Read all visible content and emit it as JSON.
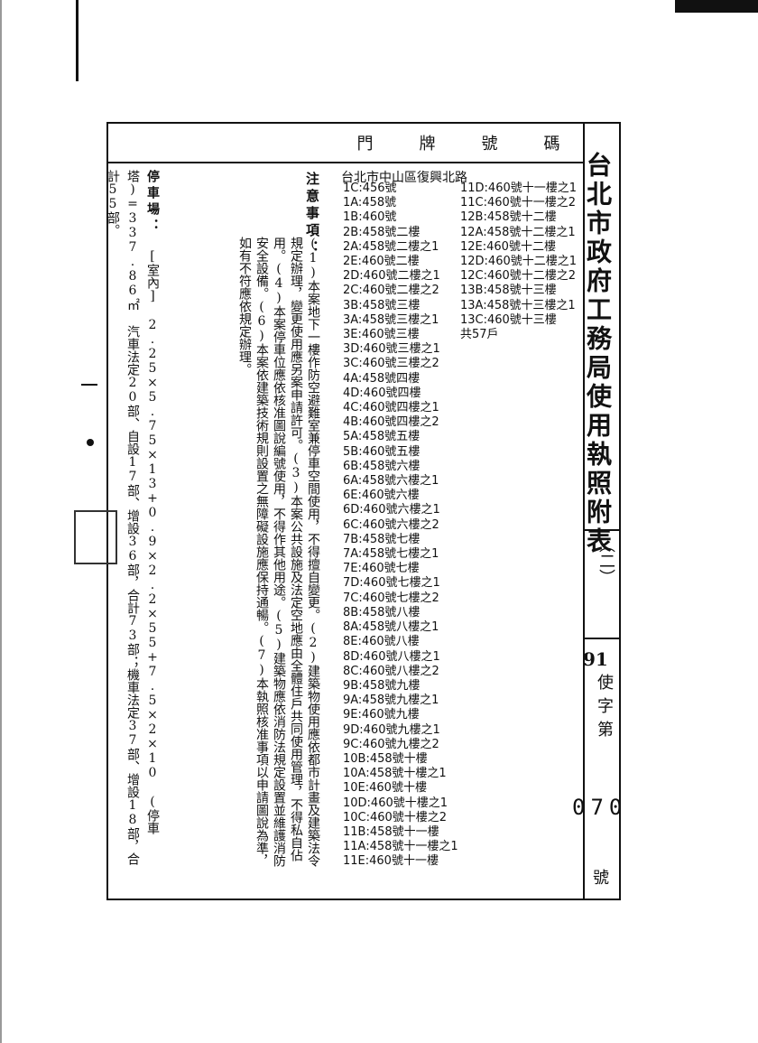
{
  "document": {
    "title": "台北市政府工務局使用執照附表",
    "title_suffix": "（二）",
    "license_number": "91",
    "license_suffix": "使字第",
    "stamp_number": "070",
    "license_unit": "號",
    "header_label": "門 牌 號 碼",
    "header_chars": [
      "門",
      "牌",
      "號",
      "碼"
    ],
    "address_header": "台北市中山區復興北路",
    "addresses_col1": [
      "1C:456號",
      "1A:458號",
      "1B:460號",
      "2B:458號二樓",
      "2A:458號二樓之1",
      "2E:460號二樓",
      "2D:460號二樓之1",
      "2C:460號二樓之2",
      "3B:458號三樓",
      "3A:458號三樓之1",
      "3E:460號三樓",
      "3D:460號三樓之1",
      "3C:460號三樓之2",
      "4A:458號四樓",
      "4D:460號四樓",
      "4C:460號四樓之1",
      "4B:460號四樓之2",
      "5A:458號五樓",
      "5B:460號五樓",
      "6B:458號六樓",
      "6A:458號六樓之1",
      "6E:460號六樓",
      "6D:460號六樓之1",
      "6C:460號六樓之2",
      "7B:458號七樓",
      "7A:458號七樓之1",
      "7E:460號七樓",
      "7D:460號七樓之1",
      "7C:460號七樓之2",
      "8B:458號八樓",
      "8A:458號八樓之1",
      "8E:460號八樓",
      "8D:460號八樓之1",
      "8C:460號八樓之2",
      "9B:458號九樓",
      "9A:458號九樓之1",
      "9E:460號九樓",
      "9D:460號九樓之1",
      "9C:460號九樓之2",
      "10B:458號十樓",
      "10A:458號十樓之1",
      "10E:460號十樓",
      "10D:460號十樓之1",
      "10C:460號十樓之2",
      "11B:458號十一樓",
      "11A:458號十一樓之1",
      "11E:460號十一樓"
    ],
    "addresses_col2": [
      "11D:460號十一樓之1",
      "11C:460號十一樓之2",
      "12B:458號十二樓",
      "12A:458號十二樓之1",
      "12E:460號十二樓",
      "12D:460號十二樓之1",
      "12C:460號十二樓之2",
      "13B:458號十三樓",
      "13A:458號十三樓之1",
      "13C:460號十三樓"
    ],
    "total": "共57戶",
    "notes_label": "注意事項：",
    "notes_text": "(1)本案地下一樓作防空避難室兼停車空間使用，不得擅自變更。(2)建築物使用應依都市計畫及建築法令規定辦理，變更使用應另案申請許可。(3)本案公共設施及法定空地應由全體住戶共同使用管理，不得私自佔用。(4)本案停車位應依核准圖說編號使用，不得作其他用途。(5)建築物應依消防法規定設置並維護消防安全設備。(6)本案依建築技術規則設置之無障礙設施應保持通暢。(7)本執照核准事項以申請圖說為準，如有不符應依規定辦理。",
    "parking_label": "停車場：",
    "parking_text": "[室內] 2.25×5.75×13+0.9×2.2×55+7.5×2×10 (停車塔)=337.86㎡ 汽車法定20部、自設17部、增設36部，合計73部；機車法定37部、增設18部，合計55部。"
  }
}
